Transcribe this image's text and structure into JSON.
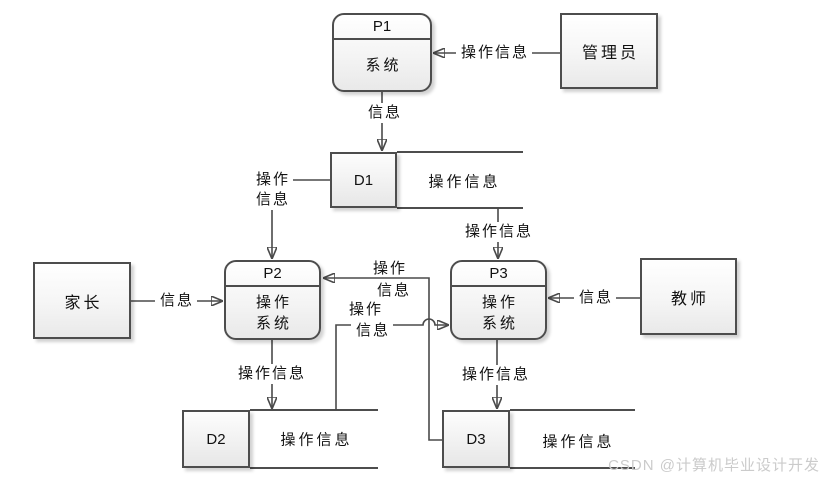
{
  "colors": {
    "line": "#4a4a4a",
    "box_border": "#4d4d4d",
    "box_fill_top": "#ffffff",
    "box_fill_bottom": "#e9e9e9",
    "watermark": "#cbcbcb"
  },
  "entities": {
    "admin": {
      "label": "管理员"
    },
    "parent": {
      "label": "家长"
    },
    "teacher": {
      "label": "教师"
    }
  },
  "processes": {
    "p1": {
      "code": "P1",
      "name1": "系统",
      "name2": ""
    },
    "p2": {
      "code": "P2",
      "name1": "操作",
      "name2": "系统"
    },
    "p3": {
      "code": "P3",
      "name1": "操作",
      "name2": "系统"
    }
  },
  "stores": {
    "d1": {
      "code": "D1",
      "name": "操作信息"
    },
    "d2": {
      "code": "D2",
      "name": "操作信息"
    },
    "d3": {
      "code": "D3",
      "name": "操作信息"
    }
  },
  "flows": {
    "admin_to_p1": {
      "label": "操作信息"
    },
    "p1_to_d1": {
      "label": "信息"
    },
    "d1_to_p2": {
      "line1": "操作",
      "line2": "信息"
    },
    "d1_to_p3": {
      "label": "操作信息"
    },
    "parent_to_p2": {
      "label": "信息"
    },
    "teacher_to_p3": {
      "label": "信息"
    },
    "p2_to_d2": {
      "label": "操作信息"
    },
    "p3_to_d3": {
      "label": "操作信息"
    },
    "d3_to_p2": {
      "line1": "操作",
      "line2": "信息"
    },
    "d2_to_p3": {
      "line1": "操作",
      "line2": "信息"
    }
  },
  "watermark": {
    "text": "CSDN @计算机毕业设计开发"
  }
}
